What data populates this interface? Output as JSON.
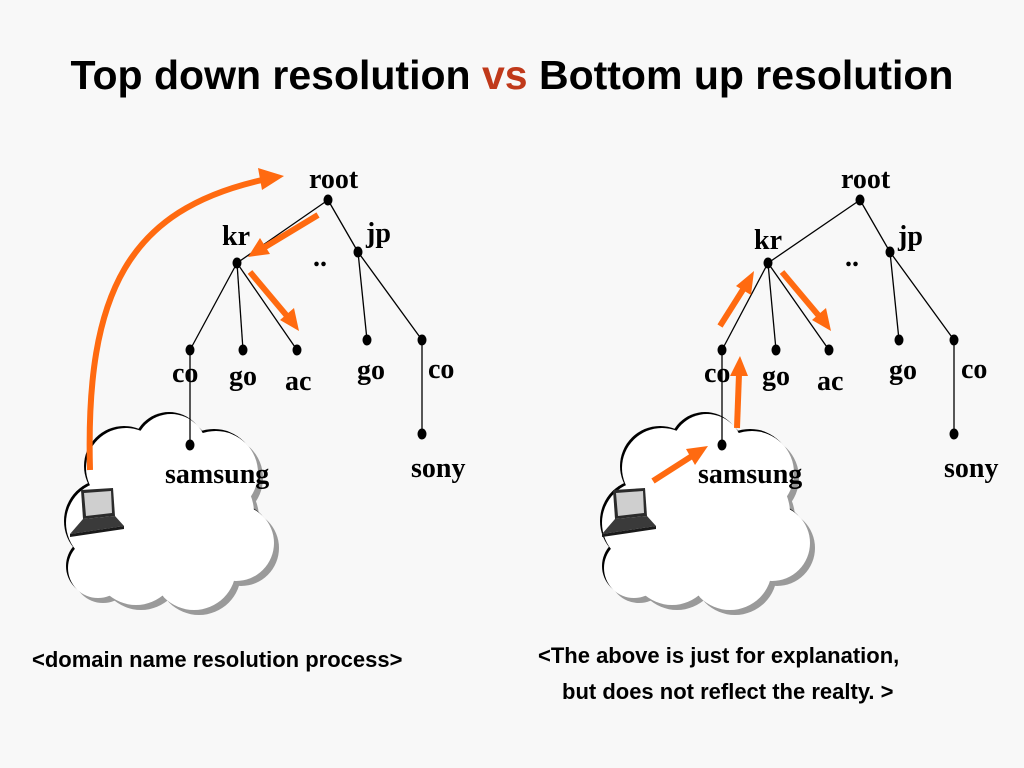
{
  "title": {
    "part1": "Top down resolution ",
    "vs": "vs",
    "part2": " Bottom up resolution",
    "accent_color": "#c0391a"
  },
  "colors": {
    "arrow": "#ff6a10",
    "line": "#000000",
    "cloud_fill": "#ffffff",
    "cloud_shadow": "#9a9a9a"
  },
  "left_tree": {
    "nodes": {
      "root": "root",
      "kr": "kr",
      "jp": "jp",
      "dots": "..",
      "kr_co": "co",
      "kr_go": "go",
      "kr_ac": "ac",
      "jp_go": "go",
      "jp_co": "co",
      "samsung": "samsung",
      "sony": "sony"
    }
  },
  "right_tree": {
    "nodes": {
      "root": "root",
      "kr": "kr",
      "jp": "jp",
      "dots": "..",
      "kr_co": "co",
      "kr_go": "go",
      "kr_ac": "ac",
      "jp_go": "go",
      "jp_co": "co",
      "samsung": "samsung",
      "sony": "sony"
    }
  },
  "icons": {
    "client": "laptop-icon",
    "network": "cloud-icon"
  },
  "captions": {
    "left": "<domain name resolution process>",
    "right_line1": "<The above is just for explanation,",
    "right_line2": "but does not reflect the realty. >"
  }
}
